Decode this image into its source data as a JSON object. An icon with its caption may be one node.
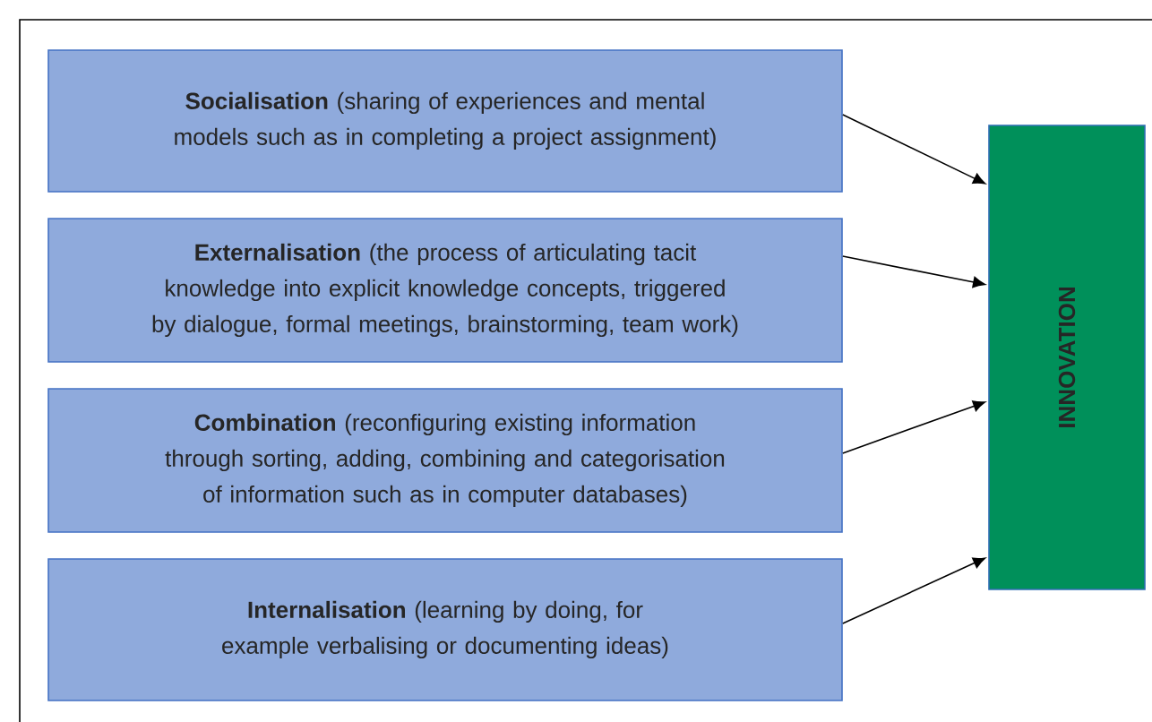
{
  "diagram": {
    "nodes": [
      {
        "text": [
          "**Socialisation** (sharing of experiences and mental models such as in completing a project assignment)"
        ]
      },
      {
        "text": [
          "**Externalisation** (the process of articulating tacit knowledge into explicit knowledge concepts, triggered by dialogue, formal meetings, brainstorming, team work)"
        ]
      },
      {
        "text": [
          "**Combination** (reconfiguring existing information through sorting, adding, combining and categorisation of information such as in computer databases)"
        ]
      },
      {
        "text": [
          "**Internalisation** (learning by doing, for example verbalising or documenting ideas)"
        ]
      },
      {
        "text": [
          "INNOVATION"
        ]
      }
    ],
    "edges": [
      {
        "from": 0,
        "to": 4,
        "arrow": "to"
      },
      {
        "from": 1,
        "to": 4,
        "arrow": "to"
      },
      {
        "from": 2,
        "to": 4,
        "arrow": "to"
      },
      {
        "from": 3,
        "to": 4,
        "arrow": "to"
      }
    ]
  }
}
